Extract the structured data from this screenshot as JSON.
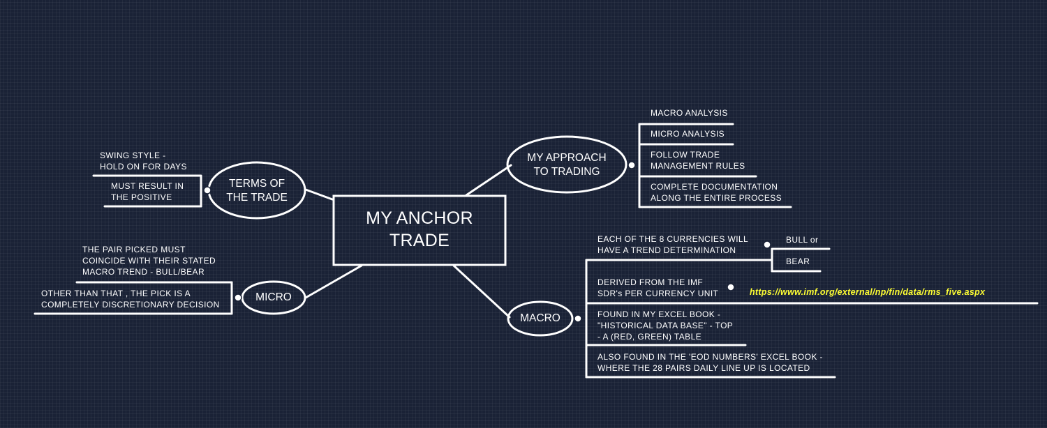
{
  "central": {
    "line1": "MY ANCHOR",
    "line2": "TRADE"
  },
  "branches": {
    "terms": {
      "label_line1": "TERMS OF",
      "label_line2": "THE TRADE",
      "leaves": [
        {
          "line1": "SWING STYLE -",
          "line2": "HOLD ON FOR DAYS"
        },
        {
          "line1": "MUST RESULT IN",
          "line2": "THE POSITIVE"
        }
      ]
    },
    "micro": {
      "label": "MICRO",
      "leaves": [
        {
          "line1": "THE PAIR PICKED MUST",
          "line2": "COINCIDE WITH THEIR STATED",
          "line3": "MACRO TREND - BULL/BEAR"
        },
        {
          "line1": "OTHER THAN THAT , THE PICK IS A",
          "line2": "COMPLETELY DISCRETIONARY DECISION"
        }
      ]
    },
    "approach": {
      "label_line1": "MY APPROACH",
      "label_line2": "TO TRADING",
      "leaves": [
        {
          "line1": "MACRO ANALYSIS"
        },
        {
          "line1": "MICRO ANALYSIS"
        },
        {
          "line1": "FOLLOW TRADE",
          "line2": "MANAGEMENT RULES"
        },
        {
          "line1": "COMPLETE DOCUMENTATION",
          "line2": "ALONG THE ENTIRE PROCESS"
        }
      ]
    },
    "macro": {
      "label": "MACRO",
      "leaves": [
        {
          "line1": "EACH OF THE 8 CURRENCIES WILL",
          "line2": "HAVE A TREND DETERMINATION"
        },
        {
          "line1": "DERIVED FROM THE IMF",
          "line2": "SDR's PER CURRENCY UNIT"
        },
        {
          "line1": "FOUND  IN MY EXCEL BOOK -",
          "line2": "\"HISTORICAL DATA BASE\" - TOP",
          "line3": "- A (RED, GREEN) TABLE"
        },
        {
          "line1": "ALSO FOUND IN THE 'EOD NUMBERS' EXCEL BOOK -",
          "line2": "WHERE THE 28 PAIRS DAILY LINE UP IS LOCATED"
        }
      ],
      "trend_options": [
        "BULL or",
        "BEAR"
      ],
      "imf_link": "https://www.imf.org/external/np/fin/data/rms_five.aspx"
    }
  },
  "colors": {
    "background": "#1a2236",
    "lines": "#ffffff",
    "link": "#ffff33"
  }
}
